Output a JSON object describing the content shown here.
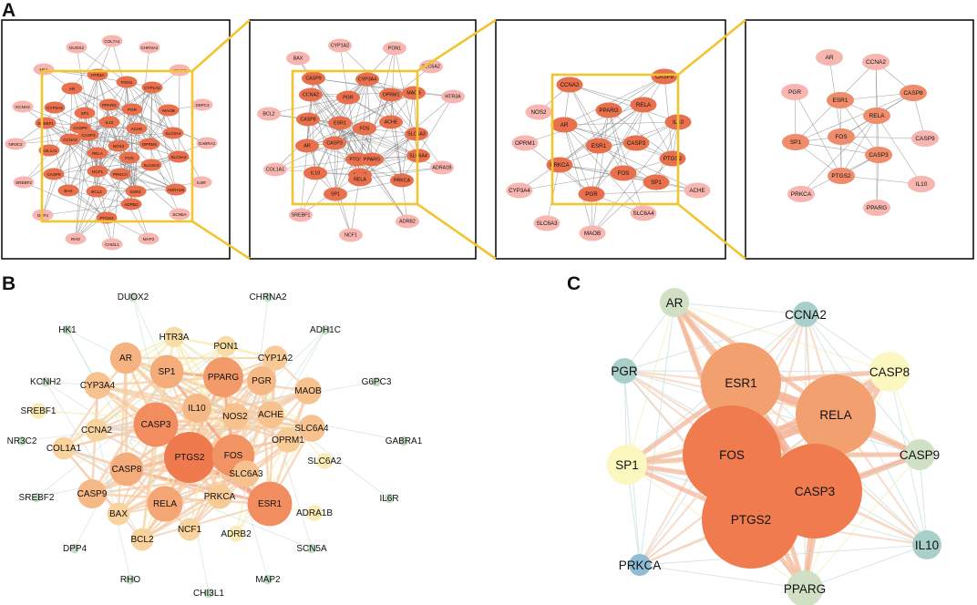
{
  "panel_labels": {
    "a": "A",
    "b": "B",
    "c": "C"
  },
  "colors": {
    "highlight": "#f1c430",
    "node_light": "#f7b6b0",
    "node_mid": "#ee8c6c",
    "node_dark": "#e8704c",
    "scale_high": "#ef7a4e",
    "scale_mid": "#f6b986",
    "scale_low": "#faf6bd",
    "scale_min": "#a9cfc9"
  },
  "panelA": {
    "net1": {
      "dark": [
        "AR",
        "CYP3A4",
        "PPARG",
        "PGR",
        "SP1",
        "IL10",
        "CASP3",
        "CCNA2",
        "ACHE",
        "NOS2",
        "RELA",
        "OPRM1",
        "FOS",
        "NCF1",
        "PRKCA",
        "CASP9",
        "BAX",
        "BCL2",
        "PTGS2",
        "ESR1",
        "ADRB2",
        "SLC6A3",
        "SLC6A4",
        "SLC6A2",
        "ADRA1B",
        "MAOB",
        "CYP1A2",
        "PON1",
        "CASP8",
        "SREBF1",
        "COL1A1",
        "HTR3A"
      ],
      "light": [
        "DUOX2",
        "COL7A1",
        "CHRNA2",
        "HK1",
        "ADH1C",
        "KCNH2",
        "G6PC3",
        "NR3C2",
        "GABRA1",
        "SREBF2",
        "IL6R",
        "DPP4",
        "SCN5A",
        "RHO",
        "CHI3L1",
        "MAP2"
      ]
    },
    "net2": {
      "dark": [
        "CASP9",
        "CYP3A4",
        "CCNA2",
        "PGR",
        "OPRM1",
        "MAOB",
        "CASP8",
        "ESR1",
        "FOS",
        "ACHE",
        "AR",
        "CASP3",
        "SLC6A3",
        "IL10",
        "PTGS2",
        "PPARG",
        "SLC6A4",
        "SP1",
        "RELA",
        "PRKCA",
        "NOS2"
      ],
      "light": [
        "CYP1A2",
        "PON1",
        "BAX",
        "SLC6A2",
        "BCL2",
        "HTR3A",
        "COL1A1",
        "ADRA1B",
        "SREBF1",
        "NCF1",
        "ADRB2"
      ]
    },
    "net3": {
      "dark": [
        "CCNA2",
        "CASP8",
        "PPARG",
        "RELA",
        "AR",
        "IL10",
        "ESR1",
        "CASP3",
        "PRKCA",
        "FOS",
        "PTGS2",
        "PGR",
        "SP1"
      ],
      "light": [
        "NOS2",
        "OPRM1",
        "CYP3A4",
        "ACHE",
        "SLC6A3",
        "MAOB",
        "SLC6A4"
      ]
    },
    "net4": {
      "dark": [
        "ESR1",
        "CASP8",
        "RELA",
        "SP1",
        "FOS",
        "CASP3",
        "PTGS2"
      ],
      "light": [
        "AR",
        "CCNA2",
        "PGR",
        "CASP9",
        "IL10",
        "PRKCA",
        "PPARG"
      ]
    }
  },
  "panelB": {
    "nodes": [
      {
        "name": "DUOX2",
        "score": 0.05
      },
      {
        "name": "CHRNA2",
        "score": 0.05
      },
      {
        "name": "HK1",
        "score": 0.05
      },
      {
        "name": "ADH1C",
        "score": 0.05
      },
      {
        "name": "HTR3A",
        "score": 0.3
      },
      {
        "name": "PON1",
        "score": 0.3
      },
      {
        "name": "AR",
        "score": 0.55
      },
      {
        "name": "CYP1A2",
        "score": 0.4
      },
      {
        "name": "SP1",
        "score": 0.6
      },
      {
        "name": "PPARG",
        "score": 0.75
      },
      {
        "name": "PGR",
        "score": 0.5
      },
      {
        "name": "G6PC3",
        "score": 0.05
      },
      {
        "name": "KCNH2",
        "score": 0.05
      },
      {
        "name": "CYP3A4",
        "score": 0.45
      },
      {
        "name": "MAOB",
        "score": 0.45
      },
      {
        "name": "IL10",
        "score": 0.5
      },
      {
        "name": "SREBF1",
        "score": 0.2
      },
      {
        "name": "NOS2",
        "score": 0.45
      },
      {
        "name": "ACHE",
        "score": 0.45
      },
      {
        "name": "SLC6A4",
        "score": 0.45
      },
      {
        "name": "CASP3",
        "score": 0.85
      },
      {
        "name": "CCNA2",
        "score": 0.35
      },
      {
        "name": "NR3C2",
        "score": 0.05
      },
      {
        "name": "OPRM1",
        "score": 0.4
      },
      {
        "name": "GABRA1",
        "score": 0.05
      },
      {
        "name": "COL1A1",
        "score": 0.35
      },
      {
        "name": "PTGS2",
        "score": 1.0
      },
      {
        "name": "FOS",
        "score": 0.8
      },
      {
        "name": "SLC6A2",
        "score": 0.2
      },
      {
        "name": "SLC6A3",
        "score": 0.45
      },
      {
        "name": "CASP8",
        "score": 0.6
      },
      {
        "name": "IL6R",
        "score": 0.05
      },
      {
        "name": "SREBF2",
        "score": 0.05
      },
      {
        "name": "CASP9",
        "score": 0.5
      },
      {
        "name": "PRKCA",
        "score": 0.4
      },
      {
        "name": "ESR1",
        "score": 0.85
      },
      {
        "name": "RELA",
        "score": 0.65
      },
      {
        "name": "BAX",
        "score": 0.35
      },
      {
        "name": "ADRA1B",
        "score": 0.2
      },
      {
        "name": "NCF1",
        "score": 0.35
      },
      {
        "name": "BCL2",
        "score": 0.35
      },
      {
        "name": "ADRB2",
        "score": 0.2
      },
      {
        "name": "DPP4",
        "score": 0.05
      },
      {
        "name": "SCN5A",
        "score": 0.05
      },
      {
        "name": "RHO",
        "score": 0.05
      },
      {
        "name": "CHI3L1",
        "score": 0.05
      },
      {
        "name": "MAP2",
        "score": 0.05
      }
    ]
  },
  "panelC": {
    "nodes": [
      {
        "name": "AR",
        "score": 0.2
      },
      {
        "name": "CCNA2",
        "score": 0.1
      },
      {
        "name": "PGR",
        "score": 0.1
      },
      {
        "name": "ESR1",
        "score": 0.8
      },
      {
        "name": "CASP8",
        "score": 0.4
      },
      {
        "name": "RELA",
        "score": 0.8
      },
      {
        "name": "SP1",
        "score": 0.4
      },
      {
        "name": "FOS",
        "score": 1.0
      },
      {
        "name": "CASP9",
        "score": 0.2
      },
      {
        "name": "CASP3",
        "score": 1.0
      },
      {
        "name": "PTGS2",
        "score": 1.0
      },
      {
        "name": "IL10",
        "score": 0.1
      },
      {
        "name": "PRKCA",
        "score": 0.05
      },
      {
        "name": "PPARG",
        "score": 0.2
      }
    ]
  }
}
